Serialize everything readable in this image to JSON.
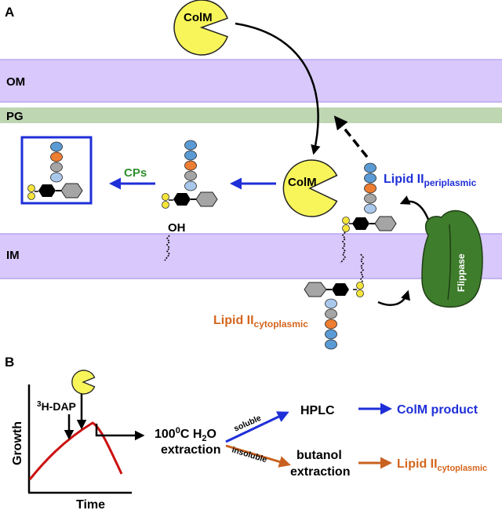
{
  "panel_a": {
    "letter": "A",
    "layers": {
      "om": "OM",
      "pg": "PG",
      "im": "IM"
    },
    "colm_top": "ColM",
    "colm_mid": "ColM",
    "cps": "CPs",
    "oh": "OH",
    "lipid_peri_main": "Lipid II",
    "lipid_peri_sub": "periplasmic",
    "lipid_cyto_main": "Lipid II",
    "lipid_cyto_sub": "cytoplasmic",
    "flippase": "Flippase"
  },
  "panel_b": {
    "letter": "B",
    "dap_sup": "3",
    "dap_text": "H-DAP",
    "y_axis": "Growth",
    "x_axis": "Time",
    "extraction_line1_pre": "100",
    "extraction_line1_sup": "0",
    "extraction_line1_mid": "C H",
    "extraction_line1_sub": "2",
    "extraction_line1_post": "O",
    "extraction_line2": "extraction",
    "soluble": "soluble",
    "insoluble": "insoluble",
    "hplc": "HPLC",
    "colm_product": "ColM product",
    "butanol_line1": "butanol",
    "butanol_line2": "extraction",
    "lipid_main": "Lipid II",
    "lipid_sub": "cytoplasmic"
  },
  "colors": {
    "membrane": "#d8c8fb",
    "membrane_edge": "#b9a6ee",
    "pg": "#bfd6b3",
    "colm": "#f8f55a",
    "blue_text": "#1f2fd8",
    "orange_text": "#d4651d",
    "green_text": "#2f8f2f",
    "flippase": "#3e7d2c",
    "curve": "#cc1111",
    "bead_blue": "#5b9bd5",
    "bead_orange": "#ed7d31",
    "bead_gray": "#a5a5a5",
    "bead_light": "#a9c8ec",
    "yellow": "#f5e43a"
  }
}
